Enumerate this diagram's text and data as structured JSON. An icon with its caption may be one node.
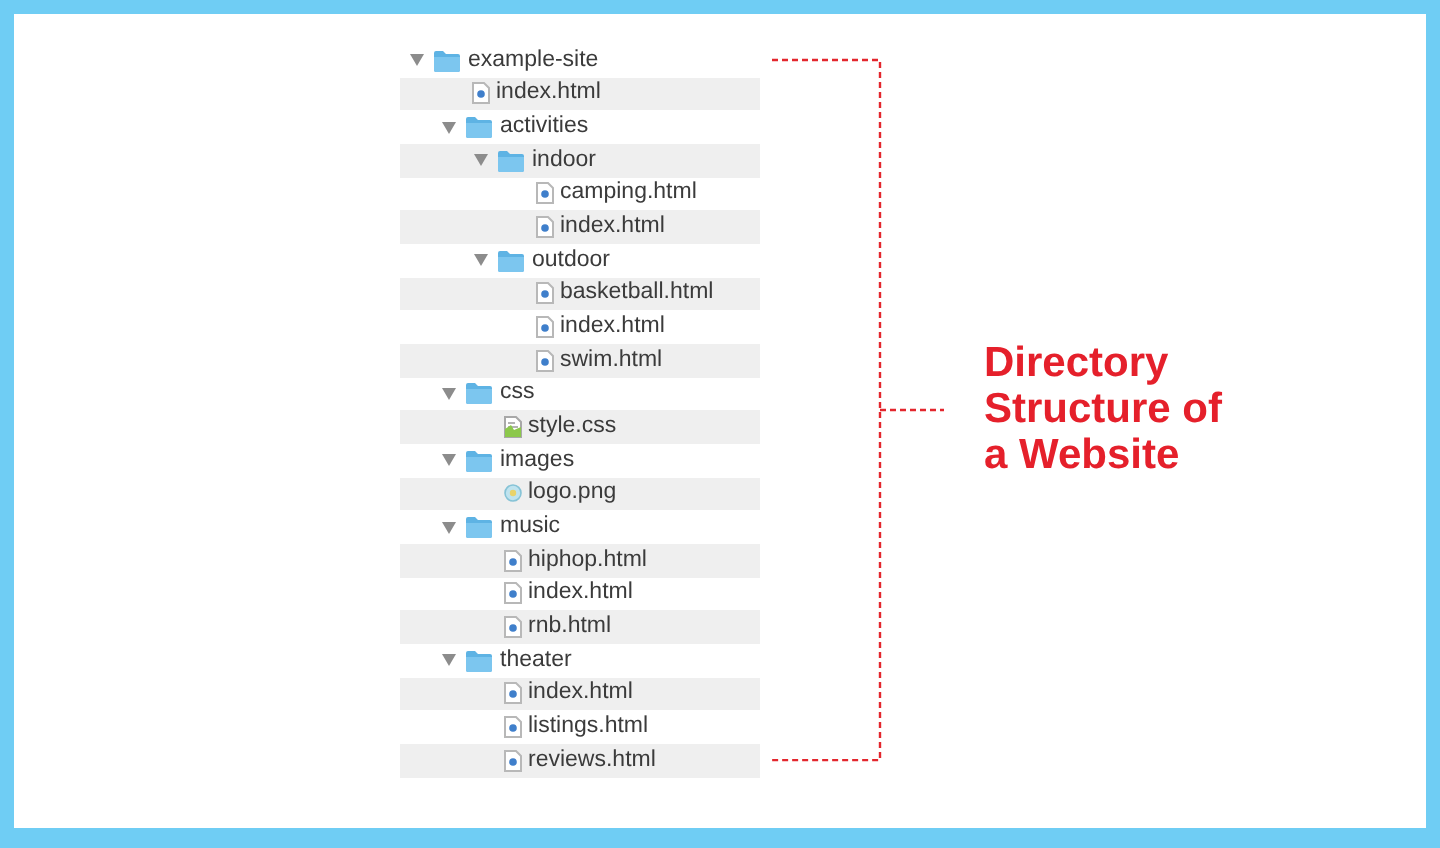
{
  "diagram": {
    "title": "Directory Structure of a Website",
    "labels": [
      "example-site",
      "index.html",
      "activities",
      "indoor",
      "camping.html",
      "index.html",
      "outdoor",
      "basketball.html",
      "index.html",
      "swim.html",
      "css",
      "style.css",
      "images",
      "logo.png",
      "music",
      "hiphop.html",
      "index.html",
      "rnb.html",
      "theater",
      "index.html",
      "listings.html",
      "reviews.html"
    ]
  }
}
